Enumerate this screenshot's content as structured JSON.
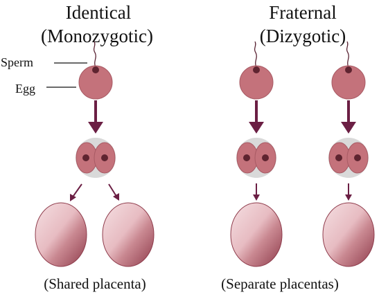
{
  "identical": {
    "title_line1": "Identical",
    "title_line2": "(Monozygotic)",
    "caption": "(Shared placenta)"
  },
  "fraternal": {
    "title_line1": "Fraternal",
    "title_line2": "(Dizygotic)",
    "caption": "(Separate placentas)"
  },
  "labels": {
    "sperm": "Sperm",
    "egg": "Egg"
  },
  "colors": {
    "egg": "#c4727b",
    "egg_stroke": "#a85a64",
    "nucleus": "#5e2430",
    "arrow": "#6b1f44",
    "zona": "#d9d9d9",
    "placenta_light": "#f3d9dc",
    "placenta_dark": "#9b4a58"
  }
}
